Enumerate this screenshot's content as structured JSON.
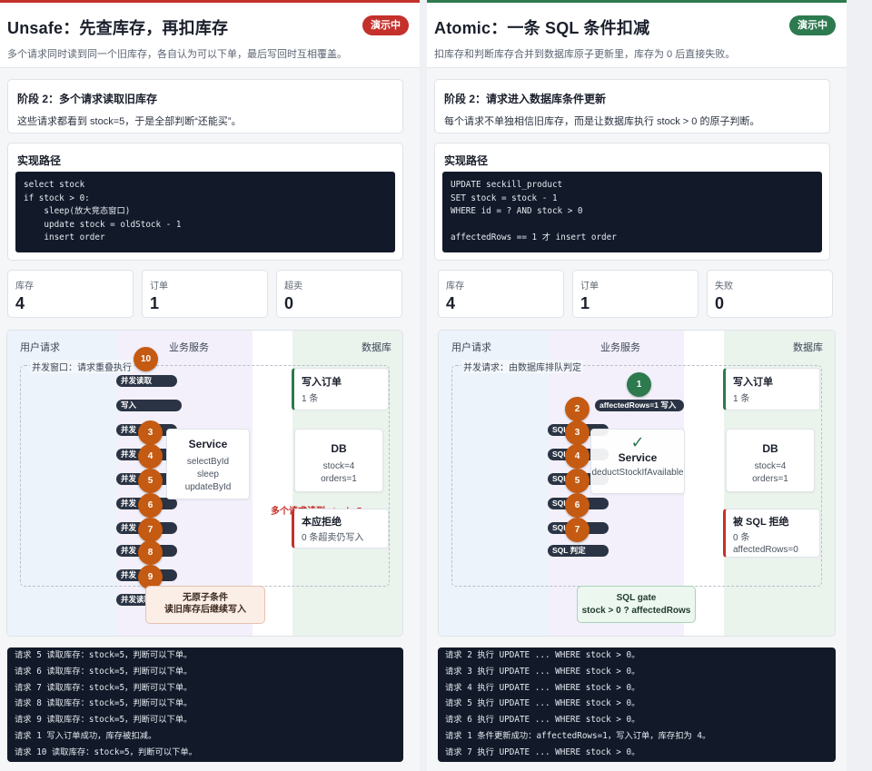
{
  "left": {
    "title": "Unsafe：先查库存，再扣库存",
    "subtitle": "多个请求同时读到同一个旧库存，各自认为可以下单，最后写回时互相覆盖。",
    "badge": "演示中",
    "stage": {
      "title": "阶段 2：多个请求读取旧库存",
      "desc": "这些请求都看到 stock=5，于是全部判断“还能买”。"
    },
    "impl": {
      "title": "实现路径",
      "code": [
        "select stock",
        "if stock > 0:",
        "    sleep(放大竞态窗口)",
        "    update stock = oldStock - 1",
        "    insert order"
      ]
    },
    "stats": [
      {
        "label": "库存",
        "value": "4"
      },
      {
        "label": "订单",
        "value": "1"
      },
      {
        "label": "超卖",
        "value": "0"
      }
    ],
    "lanes": [
      "用户请求",
      "业务服务",
      "数据库"
    ],
    "window_label": "并发窗口：请求重叠执行",
    "pills": [
      "并发读取",
      "写入",
      "并发",
      "并发",
      "并发",
      "并发",
      "并发",
      "并发",
      "并发",
      "并发读取"
    ],
    "nums": [
      "10",
      "3",
      "4",
      "5",
      "6",
      "7",
      "8",
      "9"
    ],
    "service": {
      "title": "Service",
      "lines": [
        "selectById",
        "sleep",
        "updateById"
      ]
    },
    "write_order": {
      "title": "写入订单",
      "detail": "1 条"
    },
    "db": {
      "title": "DB",
      "lines": [
        "stock=4",
        "orders=1"
      ]
    },
    "warn": "多个请求读到 stock=5",
    "reject": {
      "title": "本应拒绝",
      "detail": "0 条超卖仍写入"
    },
    "note": [
      "无原子条件",
      "读旧库存后继续写入"
    ],
    "log": [
      "请求 5 读取库存：stock=5，判断可以下单。",
      "请求 6 读取库存：stock=5，判断可以下单。",
      "请求 7 读取库存：stock=5，判断可以下单。",
      "请求 8 读取库存：stock=5，判断可以下单。",
      "请求 9 读取库存：stock=5，判断可以下单。",
      "请求 1 写入订单成功，库存被扣减。",
      "请求 10 读取库存：stock=5，判断可以下单。"
    ]
  },
  "right": {
    "title": "Atomic：一条 SQL 条件扣减",
    "subtitle": "扣库存和判断库存合并到数据库原子更新里，库存为 0 后直接失败。",
    "badge": "演示中",
    "stage": {
      "title": "阶段 2：请求进入数据库条件更新",
      "desc": "每个请求不单独相信旧库存，而是让数据库执行 stock > 0 的原子判断。"
    },
    "impl": {
      "title": "实现路径",
      "code": [
        "UPDATE seckill_product",
        "SET stock = stock - 1",
        "WHERE id = ? AND stock > 0",
        "",
        "affectedRows == 1 才 insert order"
      ]
    },
    "stats": [
      {
        "label": "库存",
        "value": "4"
      },
      {
        "label": "订单",
        "value": "1"
      },
      {
        "label": "失败",
        "value": "0"
      }
    ],
    "lanes": [
      "用户请求",
      "业务服务",
      "数据库"
    ],
    "window_label": "并发请求：由数据库排队判定",
    "pills": [
      "affectedRows=1 写入",
      "SQL",
      "SQL",
      "SQL",
      "SQL",
      "SQL",
      "SQL 判定"
    ],
    "nums": [
      "1",
      "2",
      "3",
      "4",
      "5",
      "6",
      "7"
    ],
    "service": {
      "check": "✓",
      "title": "Service",
      "lines": [
        "deductStockIfAvailable"
      ]
    },
    "write_order": {
      "title": "写入订单",
      "detail": "1 条"
    },
    "db": {
      "title": "DB",
      "lines": [
        "stock=4",
        "orders=1"
      ]
    },
    "reject": {
      "title": "被 SQL 拒绝",
      "detail1": "0 条",
      "detail2": "affectedRows=0"
    },
    "gate": [
      "SQL gate",
      "stock > 0 ? affectedRows"
    ],
    "log": [
      "请求 2 执行 UPDATE ... WHERE stock > 0。",
      "请求 3 执行 UPDATE ... WHERE stock > 0。",
      "请求 4 执行 UPDATE ... WHERE stock > 0。",
      "请求 5 执行 UPDATE ... WHERE stock > 0。",
      "请求 6 执行 UPDATE ... WHERE stock > 0。",
      "请求 1 条件更新成功：affectedRows=1，写入订单，库存扣为 4。",
      "请求 7 执行 UPDATE ... WHERE stock > 0。"
    ]
  }
}
